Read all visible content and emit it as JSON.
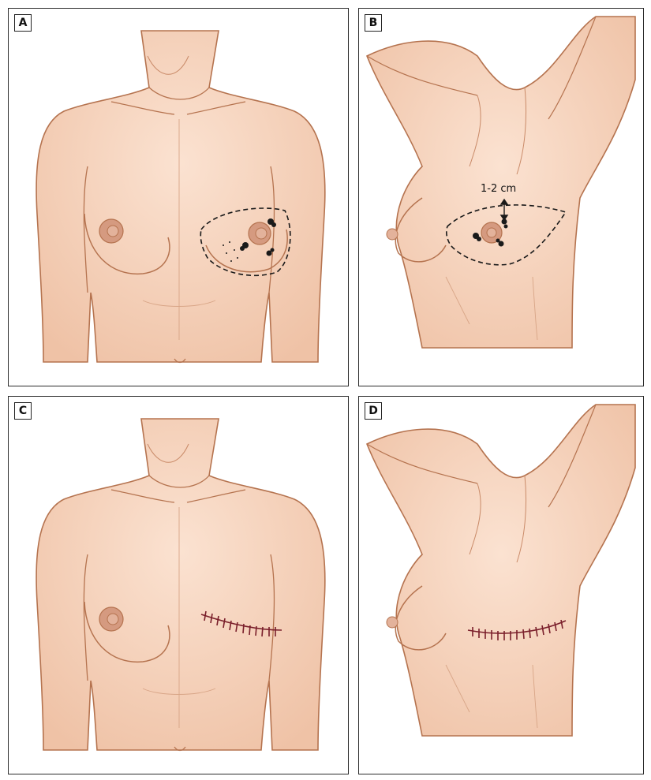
{
  "panels": [
    {
      "id": "A",
      "letter": "A"
    },
    {
      "id": "B",
      "letter": "B",
      "annotation": "1-2 cm"
    },
    {
      "id": "C",
      "letter": "C"
    },
    {
      "id": "D",
      "letter": "D"
    }
  ],
  "colors": {
    "skin": "#f6d3bd",
    "skin_shadow": "#e9b89c",
    "outline": "#b5734f",
    "areola": "#d59a80",
    "nipple": "#dba58c",
    "suture": "#7a1f2b",
    "marking": "#1a1a1a"
  }
}
